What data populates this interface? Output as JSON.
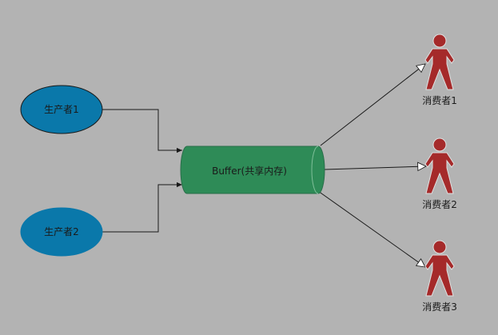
{
  "diagram": {
    "producers": [
      {
        "label": "生产者1"
      },
      {
        "label": "生产者2"
      }
    ],
    "buffer": {
      "label": "Buffer(共享内存)"
    },
    "consumers": [
      {
        "label": "消费者1"
      },
      {
        "label": "消费者2"
      },
      {
        "label": "消费者3"
      }
    ],
    "colors": {
      "background": "#b3b3b3",
      "producer_fill": "#0a78aa",
      "producer_stroke": "#1a1a1a",
      "buffer_fill": "#2e8b57",
      "buffer_stroke": "#2a6e4a",
      "consumer_fill": "#a52a2a",
      "consumer_stroke": "#e0e0e0",
      "edge": "#1a1a1a"
    }
  }
}
